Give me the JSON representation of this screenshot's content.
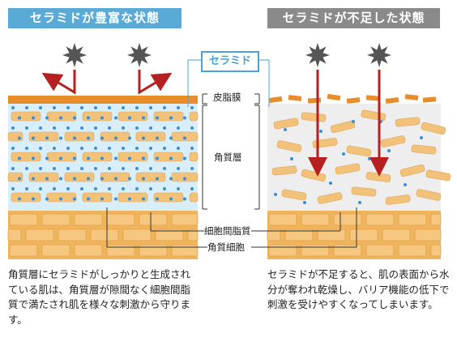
{
  "header_left": "セラミドが豊富な状態",
  "header_right": "セラミドが不足した状態",
  "labels": {
    "ceramide": "セラミド",
    "sebum": "皮脂膜",
    "stratum_corneum": "角質層",
    "intercellular_lipid": "細胞間脂質",
    "corneocyte": "角質細胞"
  },
  "description_left": "角質層にセラミドがしっかりと生成されている肌は、角質層が隙間なく細胞間脂質で満たされ肌を様々な刺激から守ります。",
  "description_right": "セラミドが不足すると、肌の表面から水分が奪われ乾燥し、バリア機能の低下で刺激を受けやすくなってしまいます。",
  "colors": {
    "header_left_bg": "#5aaad8",
    "header_right_bg": "#8a8a8a",
    "ceramide_box": "#4aa3d8",
    "cell": "#f2c27a",
    "cell_border": "#e0a55a",
    "sebum": "#e98d2a",
    "base_layer": "#f0b45a",
    "dot": "#3a8fd6",
    "arrow_red": "#b62020",
    "star": "#555555",
    "left_bg": "#d8eefa",
    "right_bg": "#eeeeee"
  },
  "icons": [
    "stimulus-star-icon",
    "reflect-arrow-icon",
    "penetrate-arrow-icon"
  ]
}
